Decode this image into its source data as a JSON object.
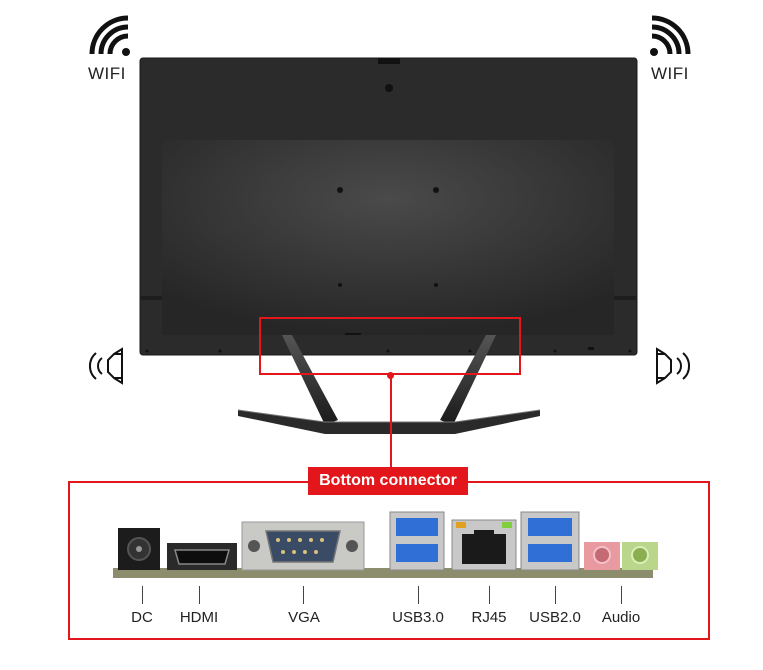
{
  "labels": {
    "wifi_left": "WIFI",
    "wifi_right": "WIFI",
    "callout": "Bottom connector"
  },
  "ports": [
    {
      "key": "dc",
      "label": "DC"
    },
    {
      "key": "hdmi",
      "label": "HDMI"
    },
    {
      "key": "vga",
      "label": "VGA"
    },
    {
      "key": "usb3",
      "label": "USB3.0"
    },
    {
      "key": "rj45",
      "label": "RJ45"
    },
    {
      "key": "usb2",
      "label": "USB2.0"
    },
    {
      "key": "audio",
      "label": "Audio"
    }
  ],
  "icons": [
    "wifi-icon",
    "wifi-icon",
    "speaker-icon",
    "speaker-icon"
  ],
  "colors": {
    "accent": "#e3161b",
    "monitor": "#2a2a2a",
    "usb3": "#2f6fd6"
  }
}
